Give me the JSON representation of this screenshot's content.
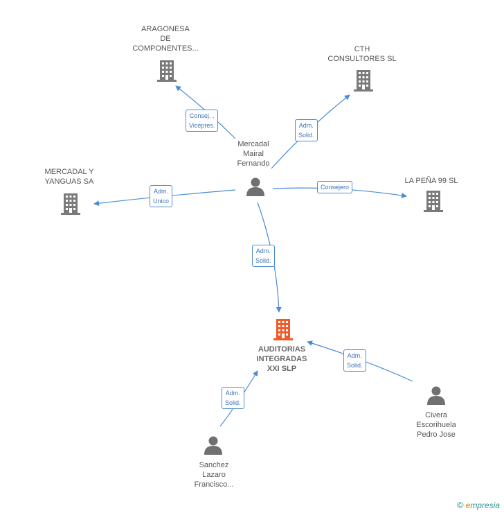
{
  "colors": {
    "edge": "#4a8bd6",
    "company": "#7a7a7a",
    "company_main": "#f05a28",
    "person": "#707070"
  },
  "nodes": {
    "aragonesa": {
      "lines": [
        "ARAGONESA",
        "DE",
        "COMPONENTES..."
      ],
      "icon": "building-icon"
    },
    "cth": {
      "lines": [
        "CTH",
        "CONSULTORES SL"
      ],
      "icon": "building-icon"
    },
    "mercadal_yanguas": {
      "lines": [
        "MERCADAL Y",
        "YANGUAS SA"
      ],
      "icon": "building-icon"
    },
    "la_pena": {
      "lines": [
        "LA PEÑA 99  SL"
      ],
      "icon": "building-icon"
    },
    "mercadal_fernando": {
      "lines": [
        "Mercadal",
        "Mairal",
        "Fernando"
      ],
      "icon": "person-icon"
    },
    "auditorias": {
      "lines": [
        "AUDITORIAS",
        "INTEGRADAS",
        "XXI SLP"
      ],
      "icon": "building-icon"
    },
    "civera": {
      "lines": [
        "Civera",
        "Escorihuela",
        "Pedro Jose"
      ],
      "icon": "person-icon"
    },
    "sanchez": {
      "lines": [
        "Sanchez",
        "Lazaro",
        "Francisco..."
      ],
      "icon": "person-icon"
    }
  },
  "edges": {
    "to_aragonesa": {
      "lines": [
        "Consej. ,",
        "Vicepres."
      ]
    },
    "to_cth": {
      "lines": [
        "Adm.",
        "Solid."
      ]
    },
    "to_mercadal_yanguas": {
      "lines": [
        "Adm.",
        "Unico"
      ]
    },
    "to_la_pena": {
      "lines": [
        "Consejero"
      ]
    },
    "fernando_to_auditorias": {
      "lines": [
        "Adm.",
        "Solid."
      ]
    },
    "civera_to_auditorias": {
      "lines": [
        "Adm.",
        "Solid."
      ]
    },
    "sanchez_to_auditorias": {
      "lines": [
        "Adm.",
        "Solid."
      ]
    }
  },
  "footer": {
    "copyright": "©",
    "brand_first": "e",
    "brand_rest": "mpresia"
  }
}
